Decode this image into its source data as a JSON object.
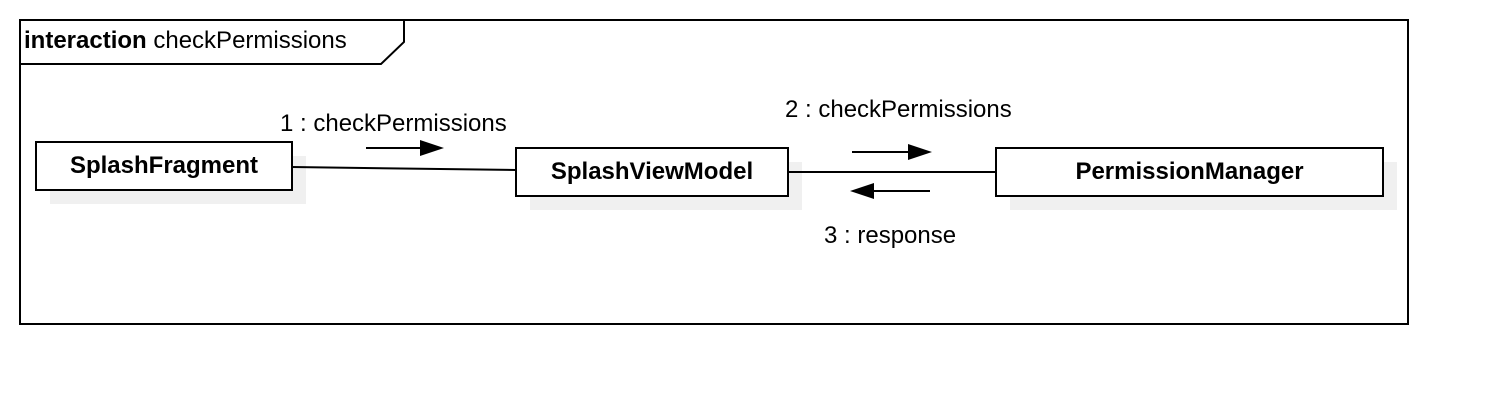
{
  "frame": {
    "keyword": "interaction",
    "name": "checkPermissions"
  },
  "lifelines": [
    {
      "id": "splash-fragment",
      "name": "SplashFragment"
    },
    {
      "id": "splash-view-model",
      "name": "SplashViewModel"
    },
    {
      "id": "permission-manager",
      "name": "PermissionManager"
    }
  ],
  "messages": [
    {
      "label": "1 : checkPermissions",
      "from": "SplashFragment",
      "to": "SplashViewModel",
      "direction": "right"
    },
    {
      "label": "2 : checkPermissions",
      "from": "SplashViewModel",
      "to": "PermissionManager",
      "direction": "right"
    },
    {
      "label": "3 : response",
      "from": "PermissionManager",
      "to": "SplashViewModel",
      "direction": "left"
    }
  ],
  "colors": {
    "stroke": "#000000",
    "box_fill": "#ffffff",
    "shadow": "#f0f0f0"
  }
}
